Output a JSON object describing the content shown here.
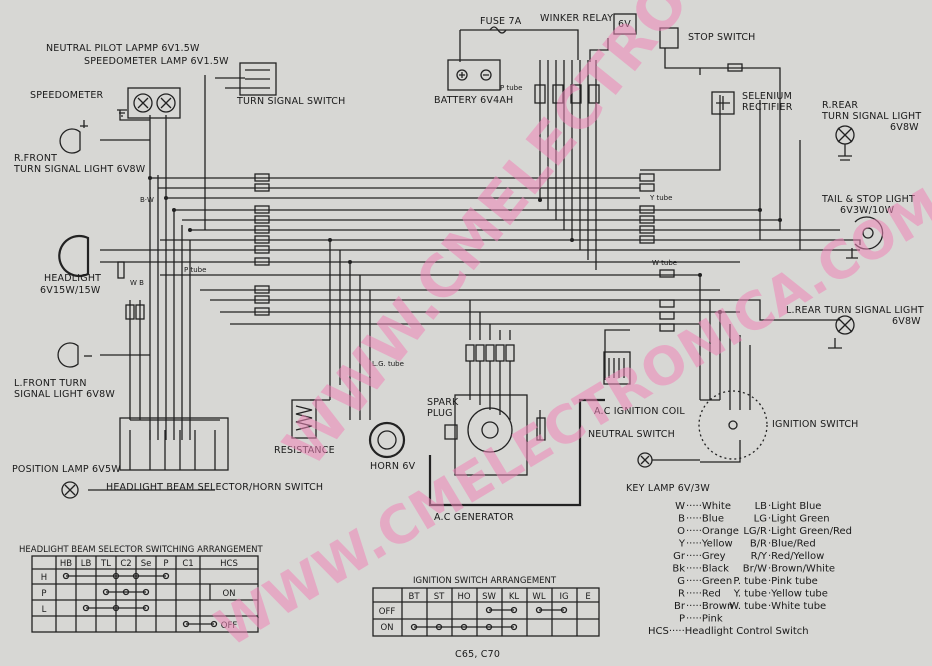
{
  "components": {
    "neutral_pilot_lamp": "NEUTRAL PILOT LAPMP 6V1.5W",
    "speedometer_lamp": "SPEEDOMETER LAMP 6V1.5W",
    "speedometer": "SPEEDOMETER",
    "turn_signal_switch": "TURN SIGNAL SWITCH",
    "fuse": "FUSE 7A",
    "winker_relay": "WINKER RELAY",
    "winker_relay_v": "6V",
    "battery": "BATTERY 6V4AH",
    "stop_switch": "STOP SWITCH",
    "selenium_rectifier_1": "SELENIUM",
    "selenium_rectifier_2": "RECTIFIER",
    "r_rear_turn_1": "R.REAR",
    "r_rear_turn_2": "TURN SIGNAL LIGHT",
    "r_rear_turn_3": "6V8W",
    "r_front_turn_1": "R.FRONT",
    "r_front_turn_2": "TURN SIGNAL LIGHT 6V8W",
    "tail_stop_1": "TAIL & STOP LIGHT",
    "tail_stop_2": "6V3W/10W",
    "headlight_1": "HEADLIGHT",
    "headlight_2": "6V15W/15W",
    "l_rear_turn_1": "L.REAR TURN SIGNAL LIGHT",
    "l_rear_turn_2": "6V8W",
    "l_front_turn_1": "L.FRONT TURN",
    "l_front_turn_2": "SIGNAL LIGHT 6V8W",
    "spark_plug_1": "SPARK",
    "spark_plug_2": "PLUG",
    "ac_ignition_coil": "A.C IGNITION COIL",
    "neutral_switch": "NEUTRAL SWITCH",
    "ignition_switch": "IGNITION SWITCH",
    "resistance": "RESISTANCE",
    "horn": "HORN 6V",
    "position_lamp": "POSITION LAMP 6V5W",
    "beam_selector": "HEADLIGHT BEAM SELECTOR/HORN SWITCH",
    "key_lamp": "KEY LAMP 6V/3W",
    "ac_generator": "A.C GENERATOR",
    "model": "C65, C70"
  },
  "wire_codes": {
    "bw": "B·W",
    "wb": "W B",
    "ptube": "P tube",
    "lgtube": "L.G. tube",
    "ytube": "Y tube",
    "wtube": "W tube"
  },
  "legend_left": [
    {
      "code": "W",
      "name": "White"
    },
    {
      "code": "B",
      "name": "Blue"
    },
    {
      "code": "O",
      "name": "Orange"
    },
    {
      "code": "Y",
      "name": "Yellow"
    },
    {
      "code": "Gr",
      "name": "Grey"
    },
    {
      "code": "Bk",
      "name": "Black"
    },
    {
      "code": "G",
      "name": "Green"
    },
    {
      "code": "R",
      "name": "Red"
    },
    {
      "code": "Br",
      "name": "Brown"
    },
    {
      "code": "P",
      "name": "Pink"
    }
  ],
  "legend_right": [
    {
      "code": "LB",
      "name": "Light Blue"
    },
    {
      "code": "LG",
      "name": "Light Green"
    },
    {
      "code": "LG/R",
      "name": "Light Green/Red"
    },
    {
      "code": "B/R",
      "name": "Blue/Red"
    },
    {
      "code": "R/Y",
      "name": "Red/Yellow"
    },
    {
      "code": "Br/W",
      "name": "Brown/White"
    },
    {
      "code": "P. tube",
      "name": "Pink tube"
    },
    {
      "code": "Y. tube",
      "name": "Yellow tube"
    },
    {
      "code": "W. tube",
      "name": "White tube"
    }
  ],
  "legend_hcs": {
    "code": "HCS",
    "name": "Headlight Control Switch"
  },
  "beam_table": {
    "title": "HEADLIGHT BEAM SELECTOR SWITCHING ARRANGEMENT",
    "headers": [
      "HB",
      "LB",
      "TL",
      "C2",
      "Se",
      "P",
      "C1",
      "HCS"
    ],
    "rows": [
      {
        "label": "H",
        "note": ""
      },
      {
        "label": "P",
        "note": "ON"
      },
      {
        "label": "L",
        "note": ""
      },
      {
        "label": "",
        "note": "OFF"
      }
    ]
  },
  "ignition_table": {
    "title": "IGNITION SWITCH ARRANGEMENT",
    "headers": [
      "BT",
      "ST",
      "HO",
      "SW",
      "KL",
      "WL",
      "IG",
      "E"
    ],
    "rows": [
      {
        "label": "OFF"
      },
      {
        "label": "ON"
      }
    ]
  },
  "watermark_1": "WWW.CMELECTRONICA.COM.AR",
  "watermark_2": "WWW.CMELECTRONICA.COM.AR",
  "colors": {
    "background": "#d7d7d4",
    "ink": "#1a1a1a",
    "watermark": "#ef86b8"
  }
}
